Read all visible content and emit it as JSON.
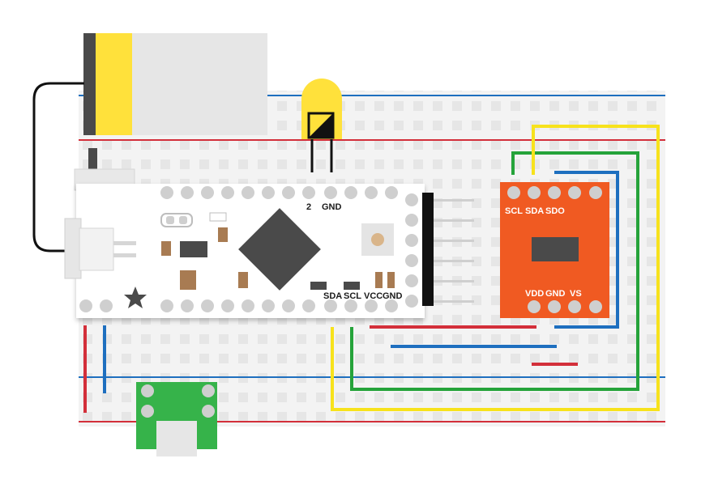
{
  "components": {
    "microcontroller": {
      "pin_labels_top": [
        "2",
        "GND"
      ],
      "pin_labels_bottom": [
        "SDA",
        "SCL",
        "VCC",
        "GND"
      ]
    },
    "sensor": {
      "pin_labels_top": [
        "SCL",
        "SDA",
        "SDO"
      ],
      "pin_labels_bottom": [
        "VDD",
        "GND",
        "VS"
      ]
    }
  },
  "colors": {
    "wire_red": "#d32f3a",
    "wire_blue": "#1e6fbf",
    "wire_green": "#25a33a",
    "wire_yellow": "#f7e21c",
    "wire_black": "#111111",
    "board_bg": "#ffffff",
    "breadboard": "#f1f1f1",
    "sensor_board": "#f05a22",
    "usb_board": "#36b34a",
    "led": "#ffe13b",
    "battery_cap": "#ffe13b",
    "chip": "#4a4a4a"
  }
}
